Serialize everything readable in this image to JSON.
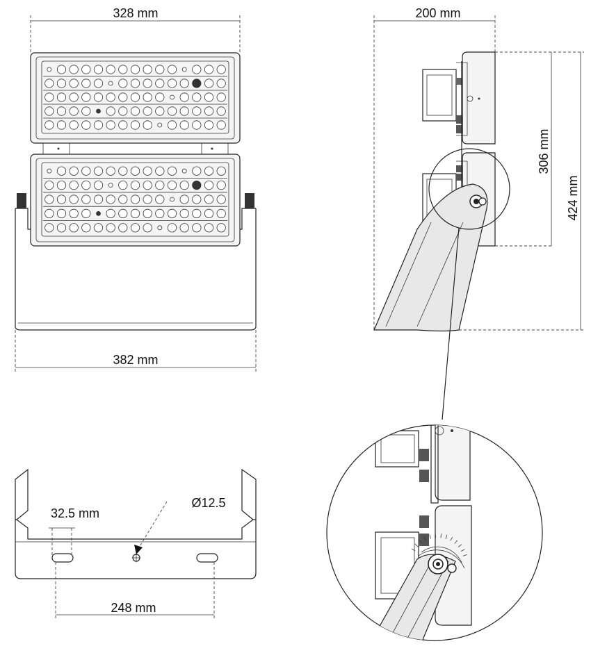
{
  "dimensions": {
    "front_top_width": "328 mm",
    "front_bracket_width": "382 mm",
    "side_depth": "200 mm",
    "side_module_height": "306 mm",
    "side_total_height": "424 mm",
    "bracket_slot_offset": "32.5 mm",
    "bracket_hole_diameter": "Ø12.5",
    "bracket_slot_spacing": "248 mm"
  },
  "line_color": "#222222",
  "background_color": "#ffffff"
}
